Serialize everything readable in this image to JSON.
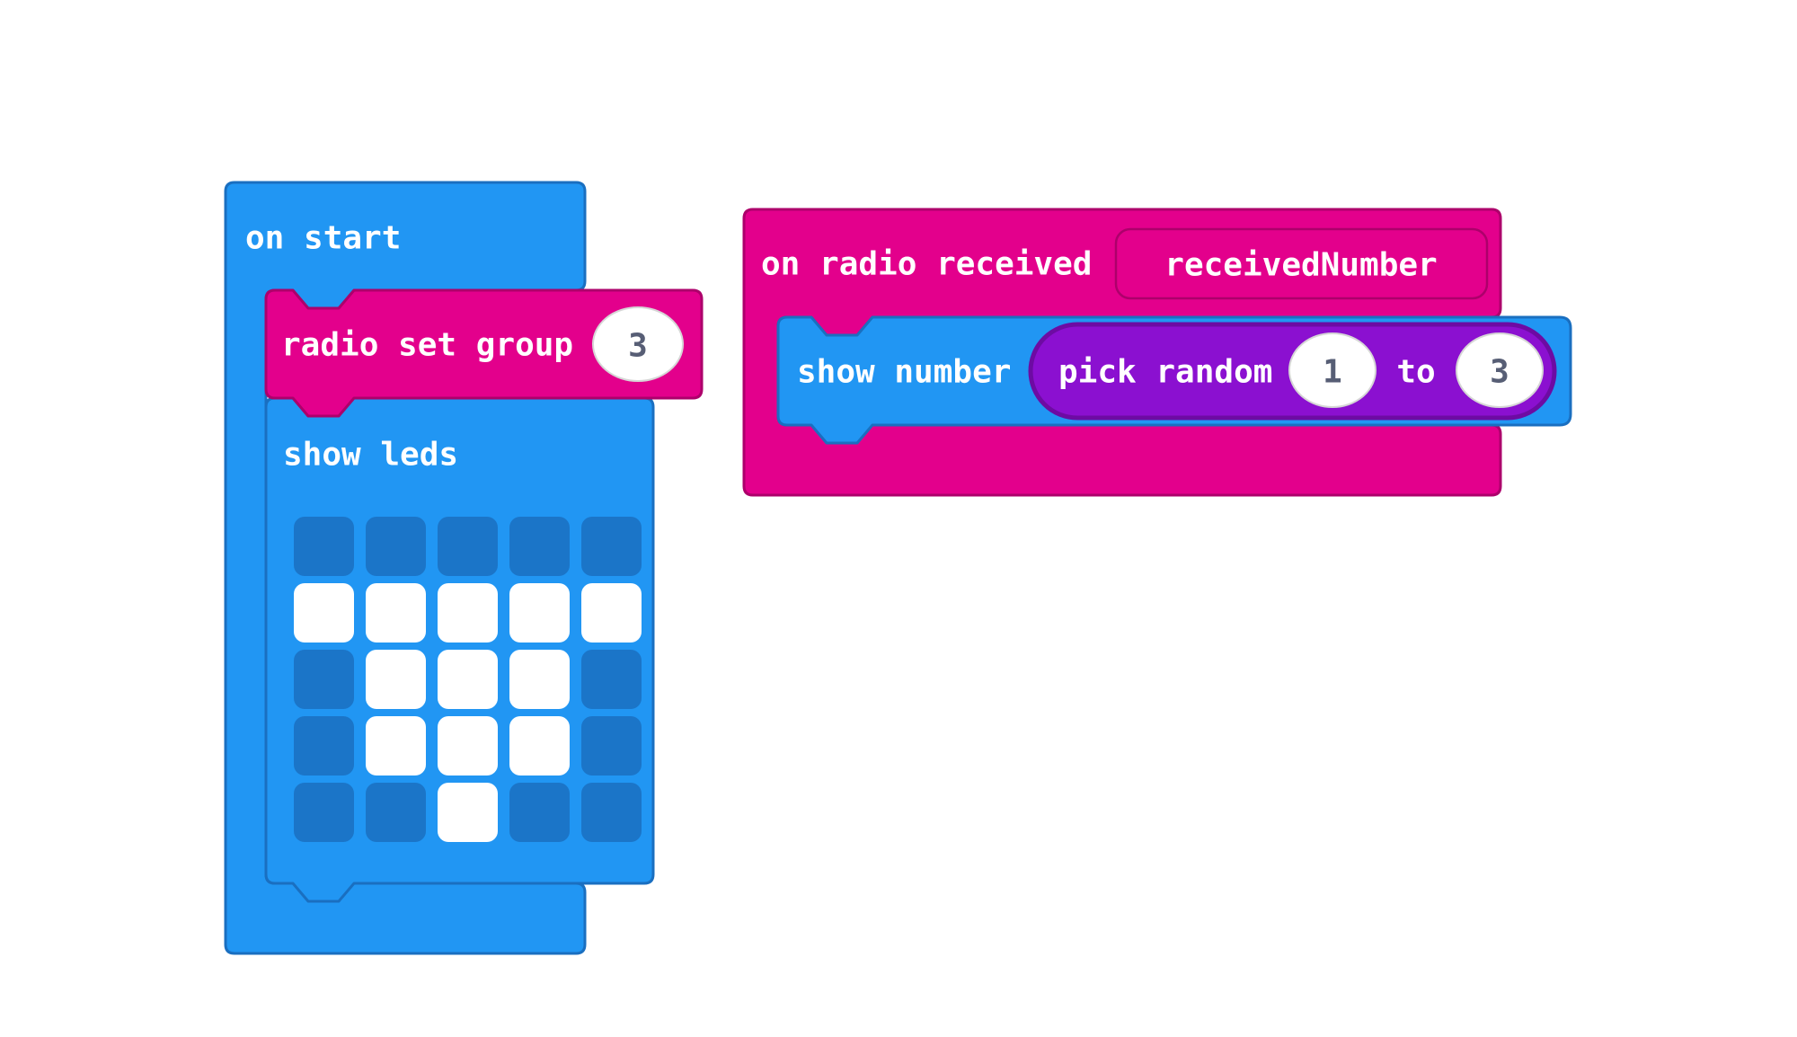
{
  "colors": {
    "canvasBg": "#ffffff",
    "blue": "#2196f3",
    "blueBorder": "#1a6fc0",
    "pink": "#e3008c",
    "pinkBorder": "#ad006b",
    "purple": "#8b10d0",
    "purpleBorder": "#6d0ba3",
    "ledOff": "#1b75c8",
    "numText": "#575e75"
  },
  "blocks": {
    "on_start": {
      "label": "on start"
    },
    "radio_set_group": {
      "label": "radio set group",
      "group_value": "3"
    },
    "show_leds": {
      "label": "show leds",
      "grid": [
        [
          0,
          0,
          0,
          0,
          0
        ],
        [
          1,
          1,
          1,
          1,
          1
        ],
        [
          0,
          1,
          1,
          1,
          0
        ],
        [
          0,
          1,
          1,
          1,
          0
        ],
        [
          0,
          0,
          1,
          0,
          0
        ]
      ]
    },
    "on_radio_received": {
      "label": "on radio received",
      "param": "receivedNumber"
    },
    "show_number": {
      "label": "show number"
    },
    "pick_random": {
      "label": "pick random",
      "from_value": "1",
      "to_label": "to",
      "to_value": "3"
    }
  }
}
